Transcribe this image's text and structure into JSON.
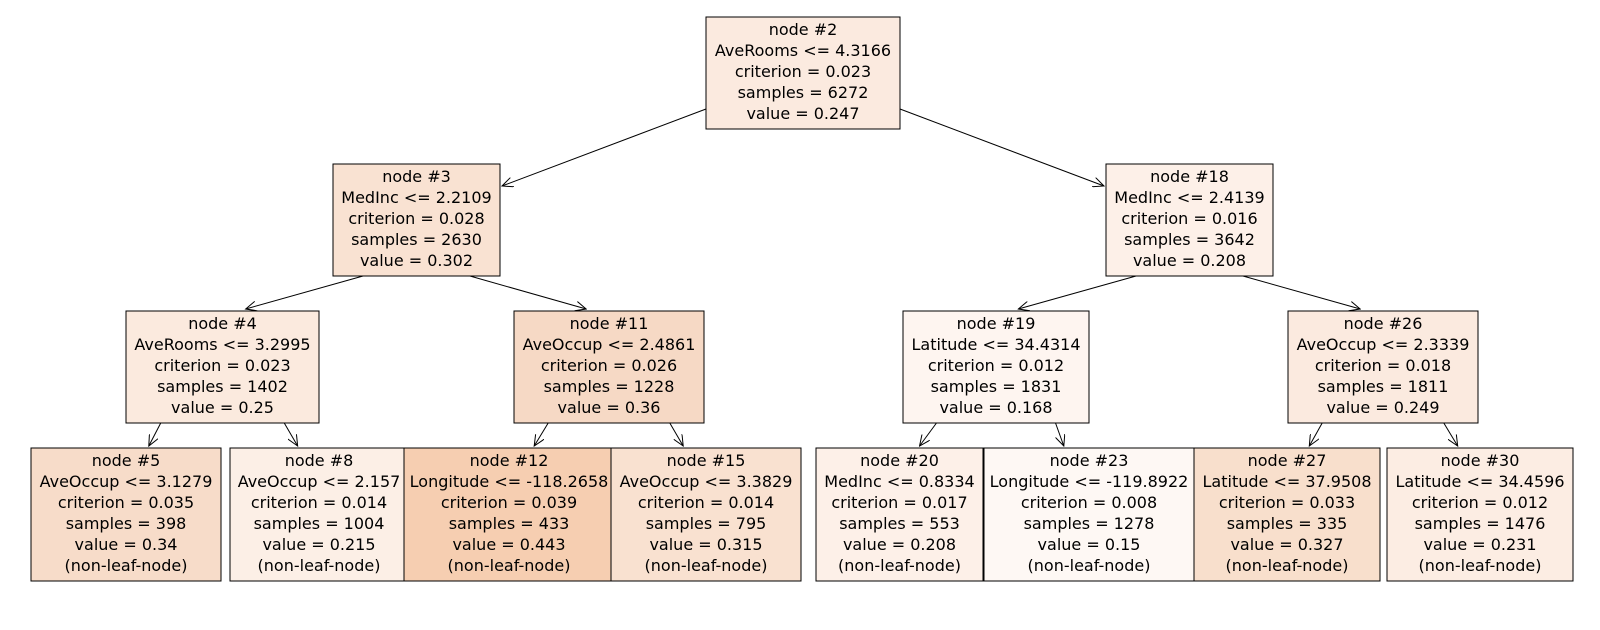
{
  "tree": {
    "nodes": [
      {
        "id": "2",
        "title": "node #2",
        "lines": [
          "AveRooms <= 4.3166",
          "criterion = 0.023",
          "samples = 6272",
          "value = 0.247"
        ],
        "fill": "#fbeadf"
      },
      {
        "id": "3",
        "title": "node #3",
        "lines": [
          "MedInc <= 2.2109",
          "criterion = 0.028",
          "samples = 2630",
          "value = 0.302"
        ],
        "fill": "#f9e2d2"
      },
      {
        "id": "18",
        "title": "node #18",
        "lines": [
          "MedInc <= 2.4139",
          "criterion = 0.016",
          "samples = 3642",
          "value = 0.208"
        ],
        "fill": "#fdf0e8"
      },
      {
        "id": "4",
        "title": "node #4",
        "lines": [
          "AveRooms <= 3.2995",
          "criterion = 0.023",
          "samples = 1402",
          "value = 0.25"
        ],
        "fill": "#fbeade"
      },
      {
        "id": "11",
        "title": "node #11",
        "lines": [
          "AveOccup <= 2.4861",
          "criterion = 0.026",
          "samples = 1228",
          "value = 0.36"
        ],
        "fill": "#f6d9c5"
      },
      {
        "id": "19",
        "title": "node #19",
        "lines": [
          "Latitude <= 34.4314",
          "criterion = 0.012",
          "samples = 1831",
          "value = 0.168"
        ],
        "fill": "#fef5f0"
      },
      {
        "id": "26",
        "title": "node #26",
        "lines": [
          "AveOccup <= 2.3339",
          "criterion = 0.018",
          "samples = 1811",
          "value = 0.249"
        ],
        "fill": "#fbeadf"
      },
      {
        "id": "5",
        "title": "node #5",
        "lines": [
          "AveOccup <= 3.1279",
          "criterion = 0.035",
          "samples = 398",
          "value = 0.34",
          "(non-leaf-node)"
        ],
        "fill": "#f7dcc9"
      },
      {
        "id": "8",
        "title": "node #8",
        "lines": [
          "AveOccup <= 2.157",
          "criterion = 0.014",
          "samples = 1004",
          "value = 0.215",
          "(non-leaf-node)"
        ],
        "fill": "#fcefe6"
      },
      {
        "id": "12",
        "title": "node #12",
        "lines": [
          "Longitude <= -118.2658",
          "criterion = 0.039",
          "samples = 433",
          "value = 0.443",
          "(non-leaf-node)"
        ],
        "fill": "#f6ceb1"
      },
      {
        "id": "15",
        "title": "node #15",
        "lines": [
          "AveOccup <= 3.3829",
          "criterion = 0.014",
          "samples = 795",
          "value = 0.315",
          "(non-leaf-node)"
        ],
        "fill": "#f9e1d0"
      },
      {
        "id": "20",
        "title": "node #20",
        "lines": [
          "MedInc <= 0.8334",
          "criterion = 0.017",
          "samples = 553",
          "value = 0.208",
          "(non-leaf-node)"
        ],
        "fill": "#fdf0e8"
      },
      {
        "id": "23",
        "title": "node #23",
        "lines": [
          "Longitude <= -119.8922",
          "criterion = 0.008",
          "samples = 1278",
          "value = 0.15",
          "(non-leaf-node)"
        ],
        "fill": "#fef8f4"
      },
      {
        "id": "27",
        "title": "node #27",
        "lines": [
          "Latitude <= 37.9508",
          "criterion = 0.033",
          "samples = 335",
          "value = 0.327",
          "(non-leaf-node)"
        ],
        "fill": "#f8dfcc"
      },
      {
        "id": "30",
        "title": "node #30",
        "lines": [
          "Latitude <= 34.4596",
          "criterion = 0.012",
          "samples = 1476",
          "value = 0.231",
          "(non-leaf-node)"
        ],
        "fill": "#fcede3"
      }
    ],
    "edges": [
      [
        "2",
        "3"
      ],
      [
        "2",
        "18"
      ],
      [
        "3",
        "4"
      ],
      [
        "3",
        "11"
      ],
      [
        "18",
        "19"
      ],
      [
        "18",
        "26"
      ],
      [
        "4",
        "5"
      ],
      [
        "4",
        "8"
      ],
      [
        "11",
        "12"
      ],
      [
        "11",
        "15"
      ],
      [
        "19",
        "20"
      ],
      [
        "19",
        "23"
      ],
      [
        "26",
        "27"
      ],
      [
        "26",
        "30"
      ]
    ]
  }
}
